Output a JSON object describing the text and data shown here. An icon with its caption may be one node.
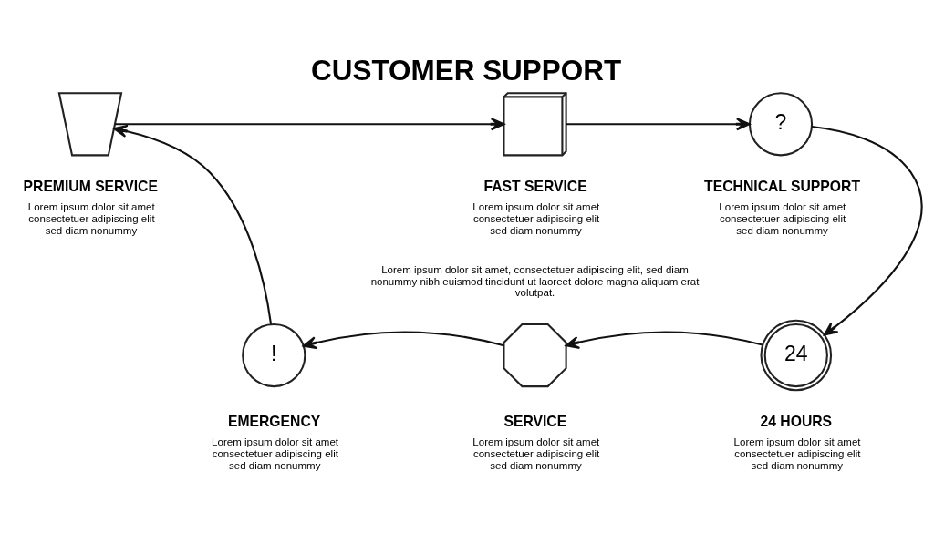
{
  "diagram": {
    "title": "CUSTOMER SUPPORT",
    "nodes": [
      {
        "text": [],
        "shape": "crown",
        "beside": [
          "PREMIUM SERVICE",
          "Lorem ipsum dolor sit amet consectetuer adipiscing elit sed diam nonummy"
        ]
      },
      {
        "text": [],
        "shape": "truck",
        "beside": [
          "FAST SERVICE",
          "Lorem ipsum dolor sit amet consectetuer adipiscing elit sed diam nonummy"
        ]
      },
      {
        "text": [
          "?"
        ],
        "beside": [
          "TECHNICAL SUPPORT",
          "Lorem ipsum dolor sit amet consectetuer adipiscing elit sed diam nonummy"
        ]
      },
      {
        "text": [
          "24"
        ],
        "beside": [
          "24 HOURS",
          "Lorem ipsum dolor sit amet consectetuer adipiscing elit sed diam nonummy"
        ]
      },
      {
        "text": [],
        "shape": "gear",
        "beside": [
          "SERVICE",
          "Lorem ipsum dolor sit amet consectetuer adipiscing elit sed diam nonummy"
        ]
      },
      {
        "text": [
          "!"
        ],
        "beside": [
          "EMERGENCY",
          "Lorem ipsum dolor sit amet consectetuer adipiscing elit sed diam nonummy"
        ]
      }
    ],
    "edges": [
      {
        "from": 0,
        "to": 1,
        "arrow": "to"
      },
      {
        "from": 1,
        "to": 2,
        "arrow": "to"
      },
      {
        "from": 2,
        "to": 3,
        "arrow": "to"
      },
      {
        "from": 3,
        "to": 4,
        "arrow": "to"
      },
      {
        "from": 4,
        "to": 5,
        "arrow": "to"
      },
      {
        "from": 5,
        "to": 0,
        "arrow": "to"
      }
    ],
    "labels": [
      "Lorem ipsum dolor sit amet, consectetuer adipiscing elit, sed diam nonummy nibh euismod tincidunt ut laoreet dolore magna aliquam erat volutpat."
    ]
  }
}
